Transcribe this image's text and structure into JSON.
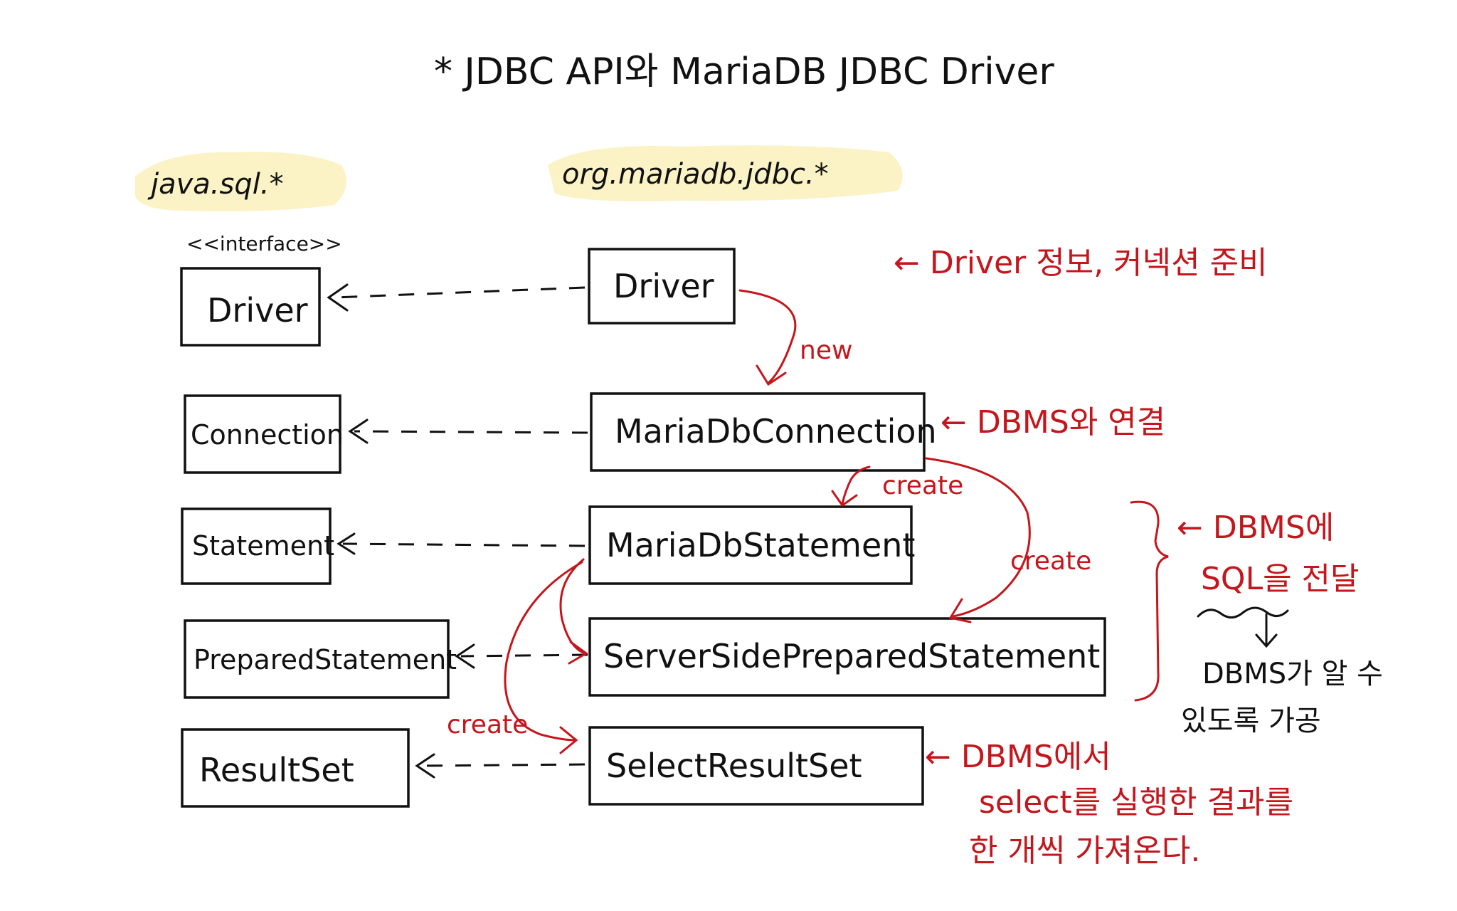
{
  "title": "* JDBC API와 MariaDB JDBC Driver",
  "packages": {
    "left": "java.sql.*",
    "right": "org.mariadb.jdbc.*",
    "stereotype": "<<interface>>"
  },
  "interfaces": [
    "Driver",
    "Connection",
    "Statement",
    "PreparedStatement",
    "ResultSet"
  ],
  "implementations": [
    "Driver",
    "MariaDbConnection",
    "MariaDbStatement",
    "ServerSidePreparedStatement",
    "SelectResultSet"
  ],
  "relations": {
    "new": "new",
    "create1": "create",
    "create2": "create",
    "create3": "create"
  },
  "notes": {
    "driver": "← Driver 정보, 커넥션 준비",
    "connection": "← DBMS와 연결",
    "statement_l1": "← DBMS에",
    "statement_l2": "SQL을 전달",
    "statement_sub_l1": "DBMS가 알 수",
    "statement_sub_l2": "있도록 가공",
    "resultset_l1": "← DBMS에서",
    "resultset_l2": "select를 실행한 결과를",
    "resultset_l3": "한 개씩 가져온다."
  },
  "colors": {
    "annotation": "#c4161c",
    "highlight": "#fbf3c6",
    "ink": "#111111"
  }
}
